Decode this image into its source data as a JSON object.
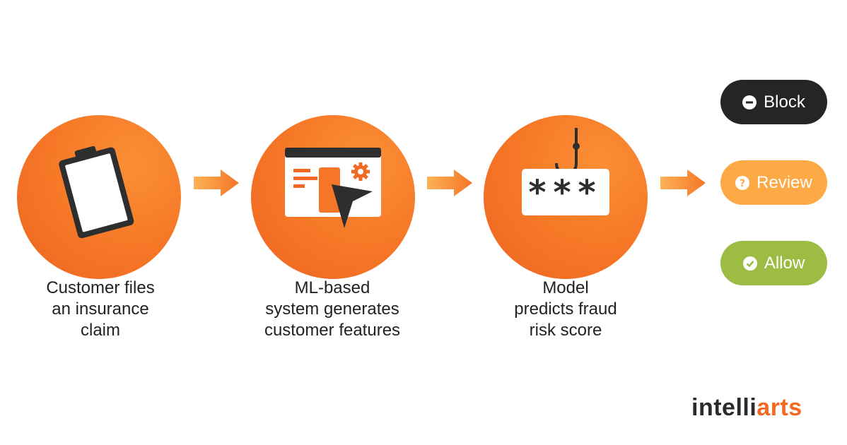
{
  "steps": [
    {
      "label": "Customer files\nan insurance\nclaim",
      "icon": "clipboard-icon"
    },
    {
      "label": "ML-based\nsystem generates\ncustomer features",
      "icon": "browser-cursor-icon"
    },
    {
      "label": "Model\npredicts fraud\nrisk score",
      "icon": "phishing-hook-icon"
    }
  ],
  "password_mask": "***",
  "outcomes": [
    {
      "label": "Block",
      "icon": "minus-circle-icon",
      "color": "#252525"
    },
    {
      "label": "Review",
      "icon": "question-circle-icon",
      "color": "#fda946"
    },
    {
      "label": "Allow",
      "icon": "check-circle-icon",
      "color": "#9cbc44"
    }
  ],
  "logo": {
    "text_main": "intelli",
    "text_accent": "arts"
  },
  "colors": {
    "orange": "#f57626",
    "dark": "#2e2e2e",
    "light_orange": "#f89a3c"
  }
}
